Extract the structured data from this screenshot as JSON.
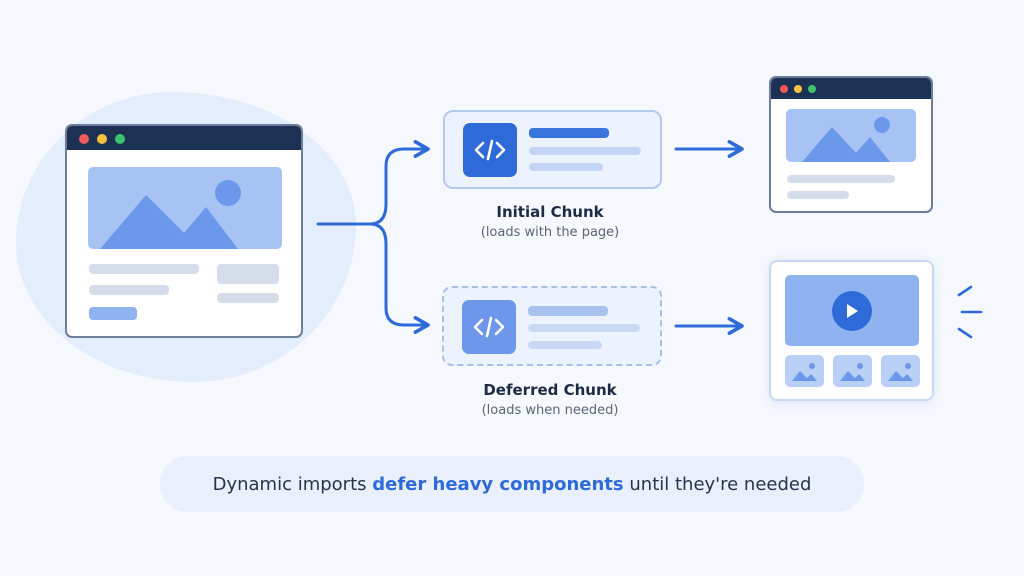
{
  "chunks": {
    "initial": {
      "title": "Initial Chunk",
      "subtitle": "(loads with the page)"
    },
    "deferred": {
      "title": "Deferred Chunk",
      "subtitle": "(loads when needed)"
    }
  },
  "caption": {
    "before": "Dynamic imports",
    "highlight": "defer heavy components",
    "after": "until they're needed"
  },
  "icons": {
    "code": "code-brackets-icon",
    "image": "mountain-image-icon",
    "play": "play-icon",
    "arrow": "arrow-right-icon",
    "window_controls": [
      "red-dot",
      "yellow-dot",
      "green-dot"
    ]
  },
  "colors": {
    "accent": "#2f6bd8",
    "titlebar": "#1d3155",
    "chunk_fill": "#edf3fe",
    "deferred_tile": "#6c97ea"
  }
}
